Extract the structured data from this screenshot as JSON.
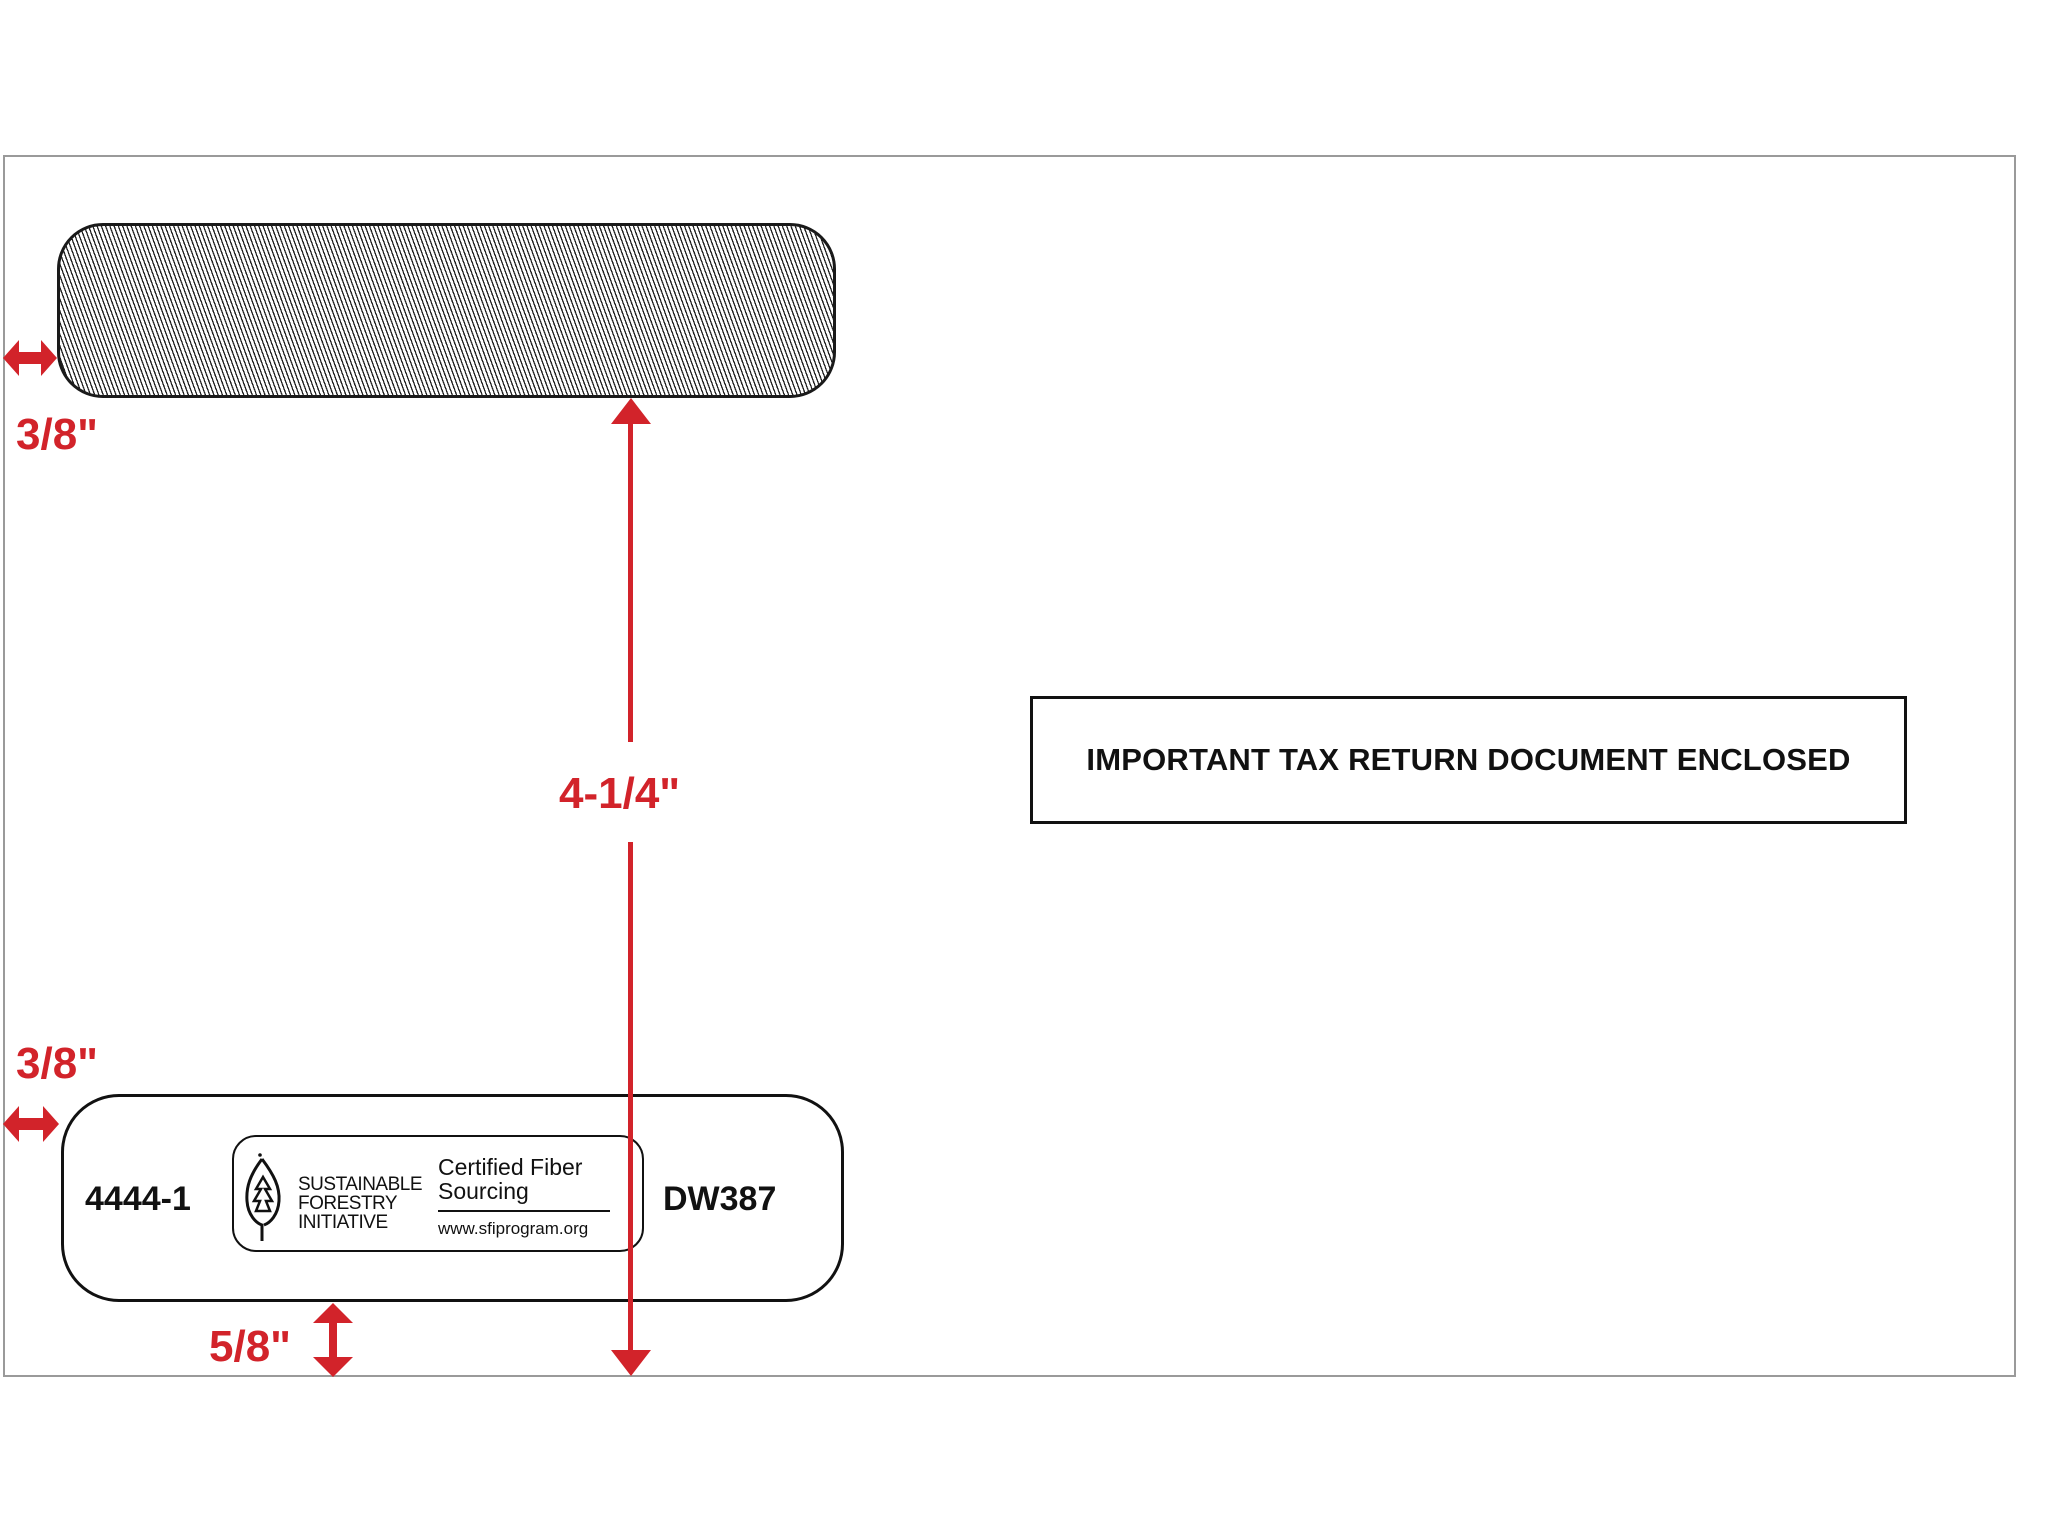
{
  "diagram": {
    "subject": "Double window tax envelope",
    "colors": {
      "dimension_red": "#d2232a",
      "outline": "#111111",
      "envelope_border": "#9a9a9a"
    },
    "tax_notice": "IMPORTANT TAX RETURN DOCUMENT ENCLOSED",
    "bottom_window": {
      "code_left": "4444-1",
      "code_right": "DW387"
    },
    "sfi_logo": {
      "name_line1": "SUSTAINABLE",
      "name_line2": "FORESTRY",
      "name_line3": "INITIATIVE",
      "cert_line1": "Certified Fiber",
      "cert_line2": "Sourcing",
      "url": "www.sfiprogram.org",
      "icon": "tree-leaf-icon"
    },
    "dimensions": {
      "top_window_left_margin": "3/8\"",
      "bottom_window_left_margin": "3/8\"",
      "bottom_window_bottom_margin": "5/8\"",
      "top_window_to_bottom_edge": "4-1/4\""
    }
  }
}
